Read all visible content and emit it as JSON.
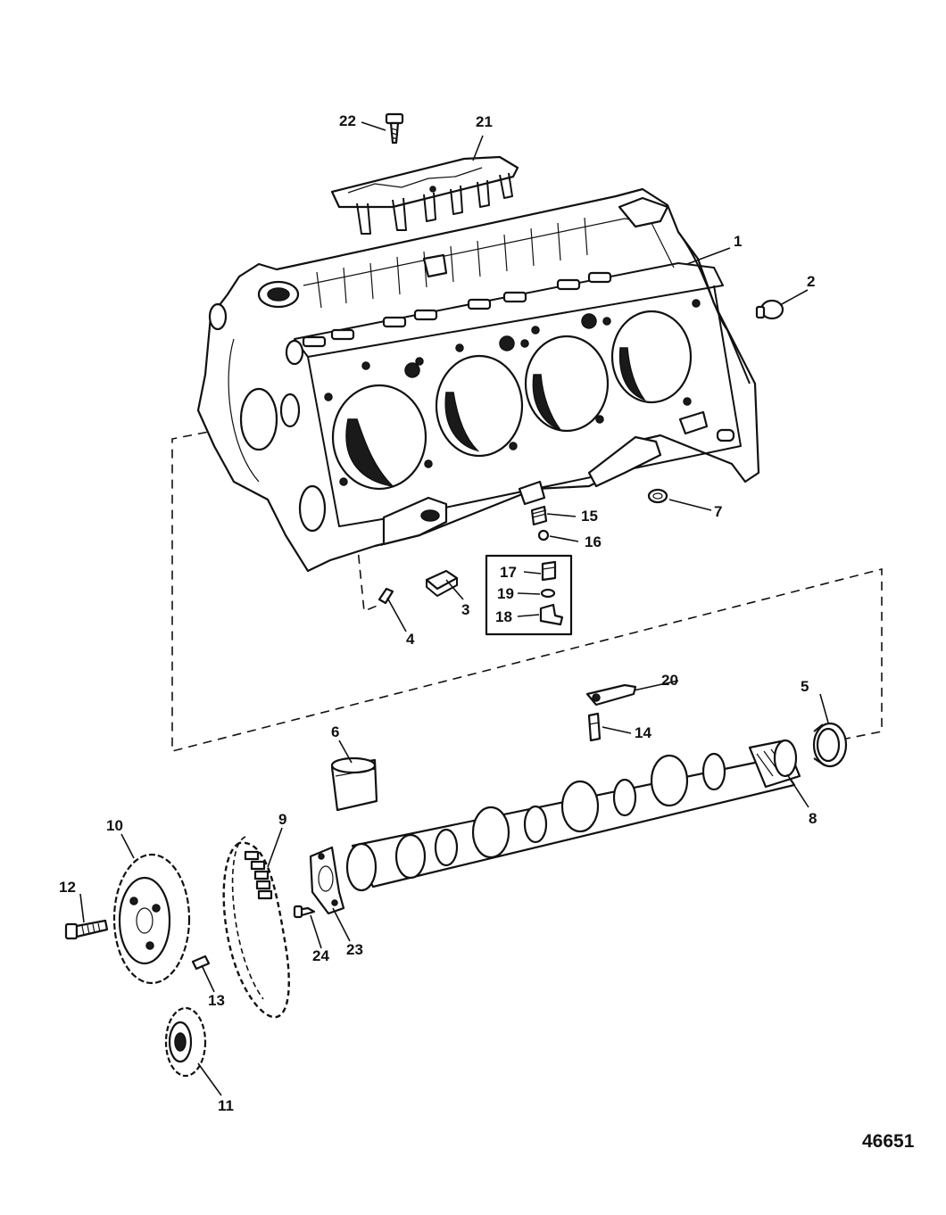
{
  "figure_number": "46651",
  "callouts": {
    "c1": "1",
    "c2": "2",
    "c3": "3",
    "c4": "4",
    "c5": "5",
    "c6": "6",
    "c7": "7",
    "c8": "8",
    "c9": "9",
    "c10": "10",
    "c11": "11",
    "c12": "12",
    "c13": "13",
    "c14": "14",
    "c15": "15",
    "c16": "16",
    "c17": "17",
    "c18": "18",
    "c19": "19",
    "c20": "20",
    "c21": "21",
    "c22": "22",
    "c23": "23",
    "c24": "24"
  }
}
